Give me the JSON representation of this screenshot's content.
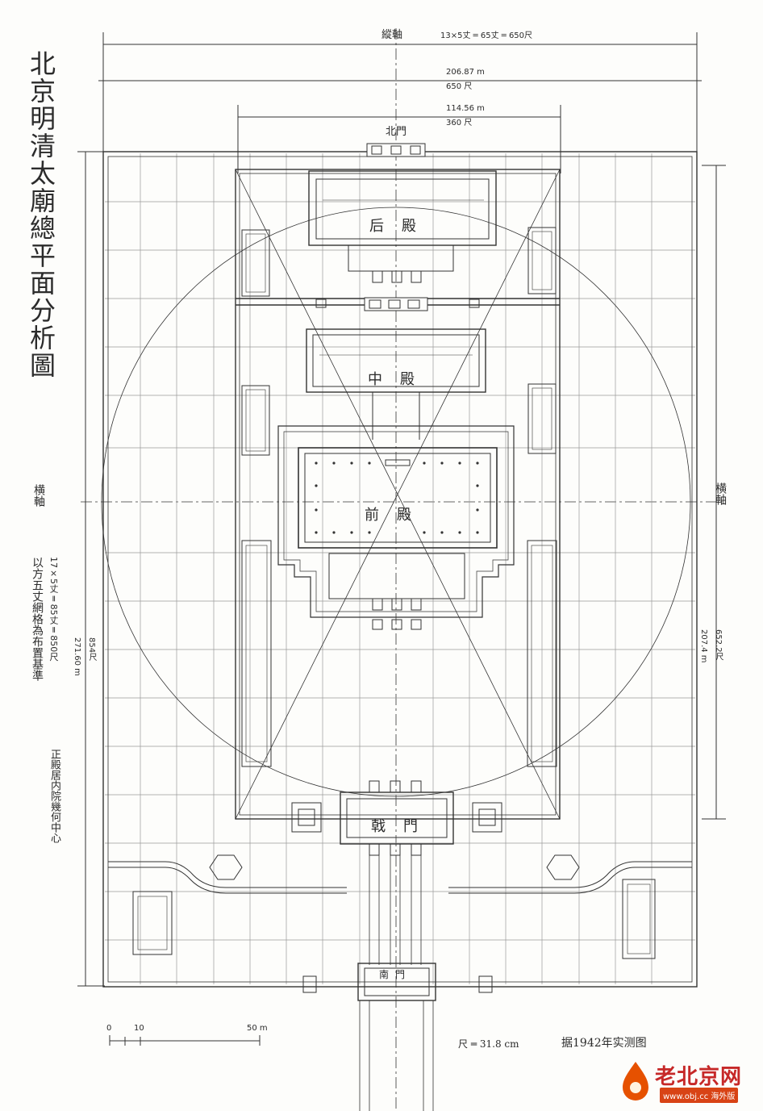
{
  "title": "北京明清太廟總平面分析圖",
  "axes": {
    "vertical": "縱軸",
    "horizontal": "横軸"
  },
  "top_dims": {
    "outer": "13×5丈 ═ 65丈 ═ 650尺",
    "middle_m": "206.87 m",
    "middle_ft": "650 尺",
    "inner_m": "114.56 m",
    "inner_ft": "360 尺"
  },
  "left_dims": {
    "m": "271.60 m",
    "ft": "854尺"
  },
  "right_dims": {
    "m": "207.4 m",
    "ft": "652.2尺"
  },
  "left_notes": {
    "line1": "以方五丈網格為布置基準",
    "line2": "17×5丈 ═ 85丈 ═ 850尺",
    "line3": "正殿居内院幾何中心"
  },
  "buildings": {
    "north_gate": "北門",
    "rear_hall": "后殿",
    "middle_hall": "中殿",
    "front_hall": "前殿",
    "halberd_gate": "戟門",
    "south_gate": "南門"
  },
  "scale": {
    "zero": "0",
    "ten": "10",
    "fifty": "50 m",
    "unit": "尺 ═ 31.8 cm"
  },
  "source": "据1942年实测图",
  "logo": {
    "title": "老北京网",
    "subtitle": "www.obj.cc 海外版"
  }
}
